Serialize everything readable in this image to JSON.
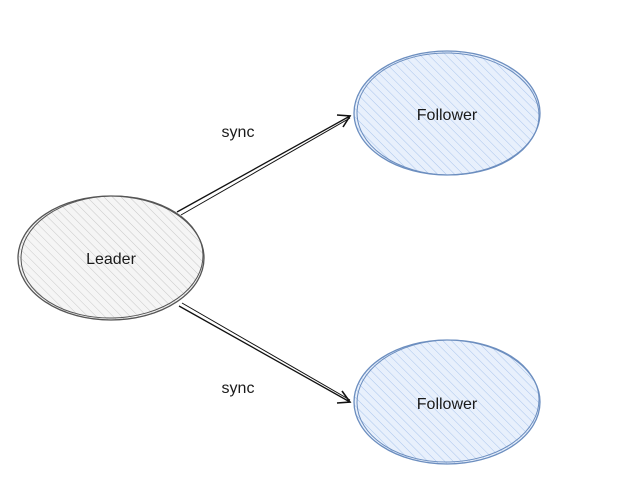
{
  "nodes": {
    "leader": {
      "label": "Leader",
      "fill_color": "#f2f2f2",
      "stroke_color": "#555555"
    },
    "follower_top": {
      "label": "Follower",
      "fill_color": "#dae8fc",
      "stroke_color": "#6c8ebf"
    },
    "follower_bottom": {
      "label": "Follower",
      "fill_color": "#dae8fc",
      "stroke_color": "#6c8ebf"
    }
  },
  "edges": {
    "to_top": {
      "label": "sync",
      "stroke_color": "#111111"
    },
    "to_bottom": {
      "label": "sync",
      "stroke_color": "#111111"
    }
  }
}
